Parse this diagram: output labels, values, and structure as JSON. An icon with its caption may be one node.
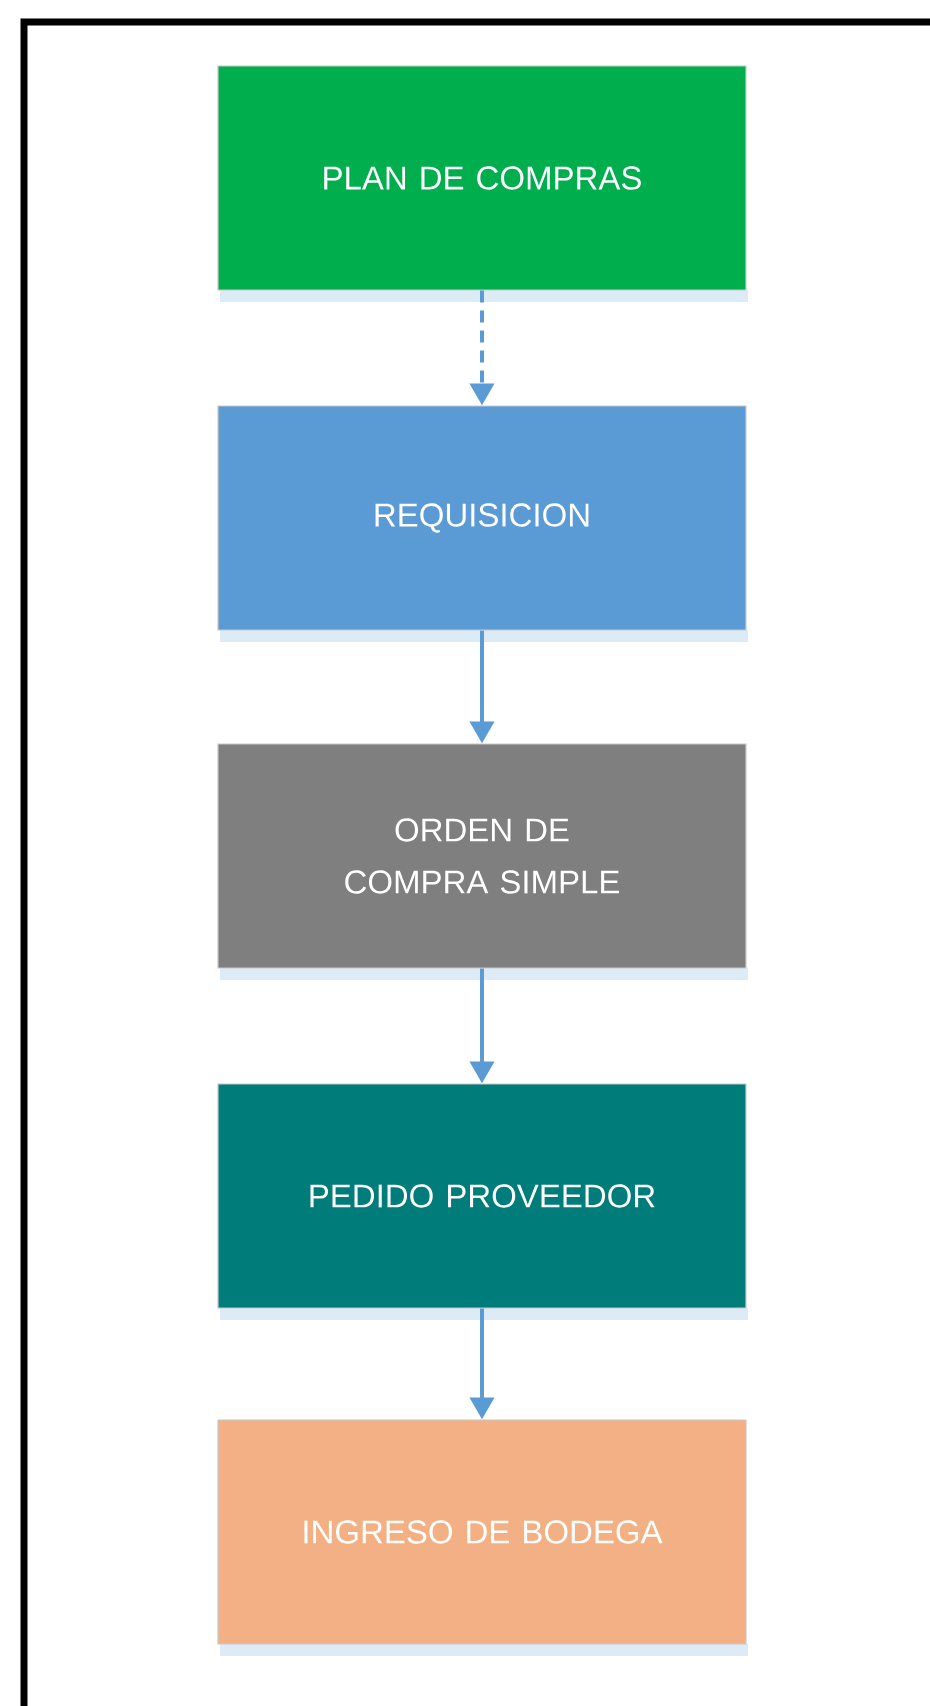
{
  "diagram": {
    "nodes": [
      {
        "text": [
          "PLAN DE COMPRAS"
        ]
      },
      {
        "text": [
          "REQUISICION"
        ]
      },
      {
        "text": [
          "ORDEN DE COMPRA SIMPLE"
        ]
      },
      {
        "text": [
          "PEDIDO PROVEEDOR"
        ]
      },
      {
        "text": [
          "INGRESO DE BODEGA"
        ]
      }
    ],
    "edges": [
      {
        "from": 0,
        "to": 1,
        "arrow": "to",
        "style": "dashed"
      },
      {
        "from": 1,
        "to": 2,
        "arrow": "to"
      },
      {
        "from": 2,
        "to": 3,
        "arrow": "to"
      },
      {
        "from": 3,
        "to": 4,
        "arrow": "to"
      }
    ]
  }
}
